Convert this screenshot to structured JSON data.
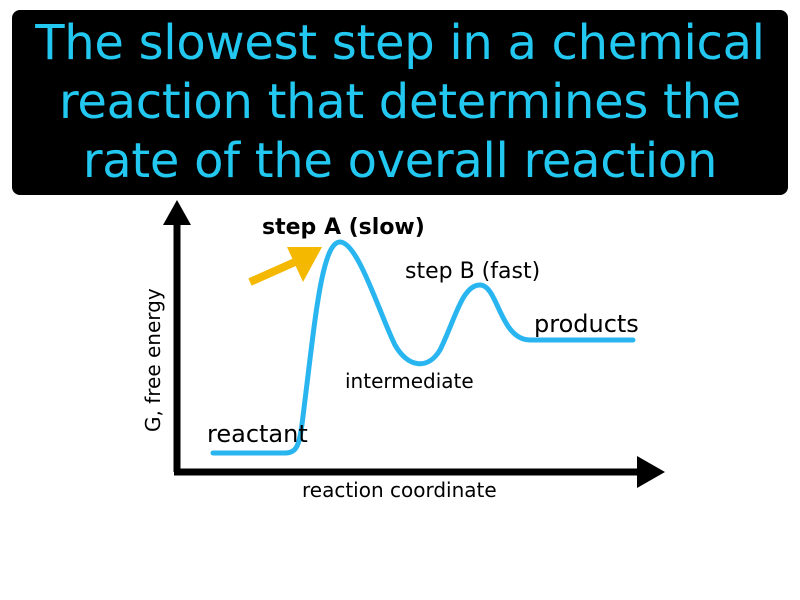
{
  "definition": {
    "lines": [
      "The slowest step in a chemical",
      "reaction that determines the",
      "rate of the overall reaction"
    ],
    "text_color": "#22c8f0",
    "background_color": "#000000"
  },
  "diagram": {
    "y_axis_label": "G, free energy",
    "x_axis_label": "reaction coordinate",
    "labels": {
      "step_a": "step A (slow)",
      "step_b": "step B (fast)",
      "reactant": "reactant",
      "intermediate": "intermediate",
      "products": "products"
    },
    "curve_color": "#29b6f0",
    "arrow_color": "#f5b800",
    "axis_color": "#000000"
  }
}
